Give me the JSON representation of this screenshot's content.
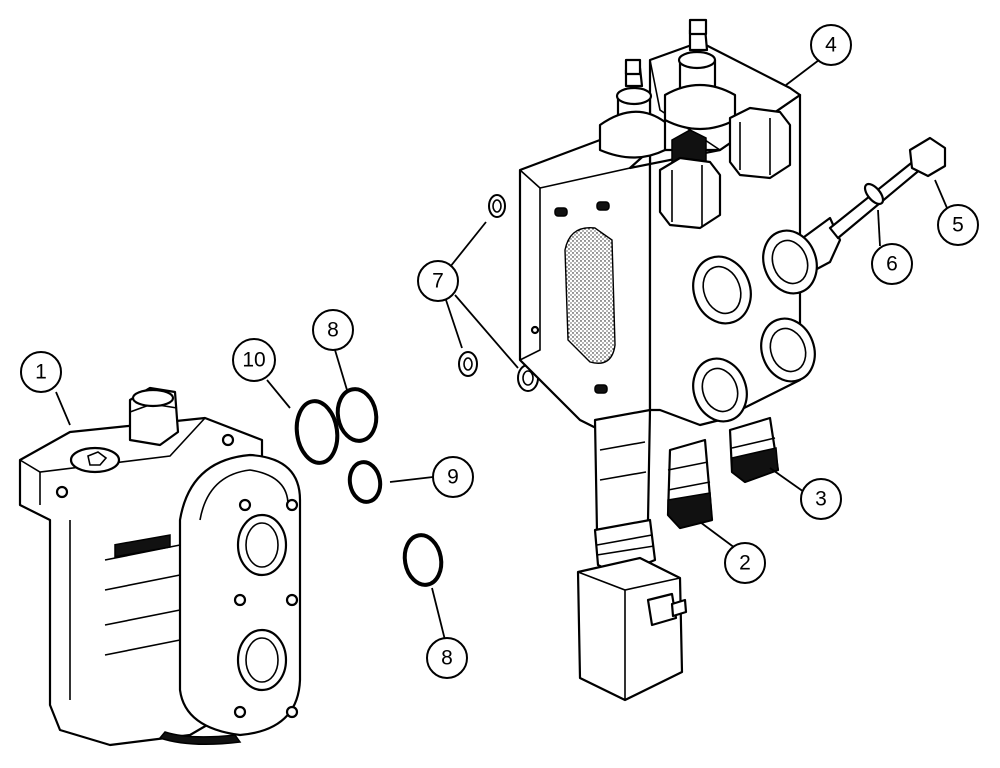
{
  "callouts": [
    {
      "id": "1",
      "label": "1"
    },
    {
      "id": "2",
      "label": "2"
    },
    {
      "id": "3",
      "label": "3"
    },
    {
      "id": "4",
      "label": "4"
    },
    {
      "id": "5",
      "label": "5"
    },
    {
      "id": "6",
      "label": "6"
    },
    {
      "id": "7",
      "label": "7"
    },
    {
      "id": "8a",
      "label": "8"
    },
    {
      "id": "8b",
      "label": "8"
    },
    {
      "id": "9",
      "label": "9"
    },
    {
      "id": "10",
      "label": "10"
    }
  ]
}
